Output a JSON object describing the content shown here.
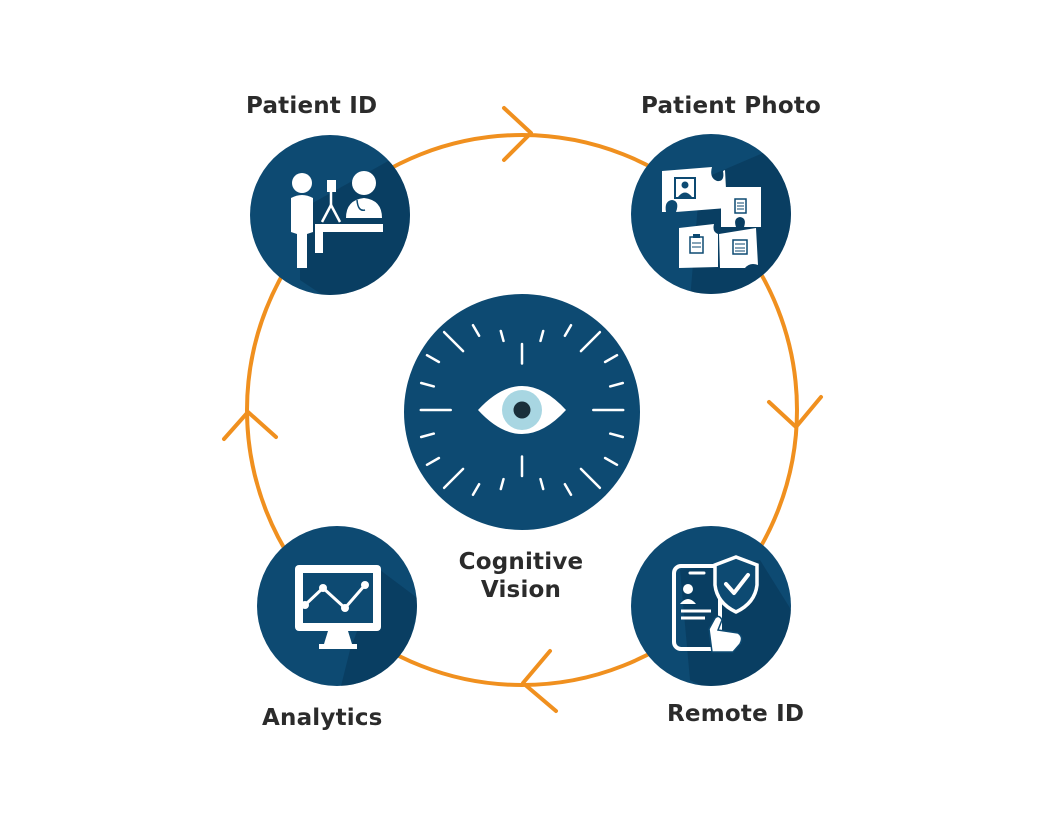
{
  "nodes": {
    "patient_id": {
      "label": "Patient ID",
      "icon": "patient-registration-desk-icon"
    },
    "patient_photo": {
      "label": "Patient Photo",
      "icon": "puzzle-records-icon"
    },
    "remote_id": {
      "label": "Remote ID",
      "icon": "mobile-shield-check-icon"
    },
    "analytics": {
      "label": "Analytics",
      "icon": "monitor-line-chart-icon"
    }
  },
  "center": {
    "label_line1": "Cognitive",
    "label_line2": "Vision",
    "icon": "eye-burst-icon"
  },
  "cycle": {
    "direction": "clockwise",
    "order": [
      "Patient ID",
      "Patient Photo",
      "Remote ID",
      "Analytics"
    ]
  },
  "colors": {
    "circle": "#0d4a72",
    "circle_dark": "#083555",
    "ring": "#f0901f",
    "icon": "#ffffff",
    "eye_iris": "#a8d6e2",
    "label": "#2b2b2b"
  }
}
